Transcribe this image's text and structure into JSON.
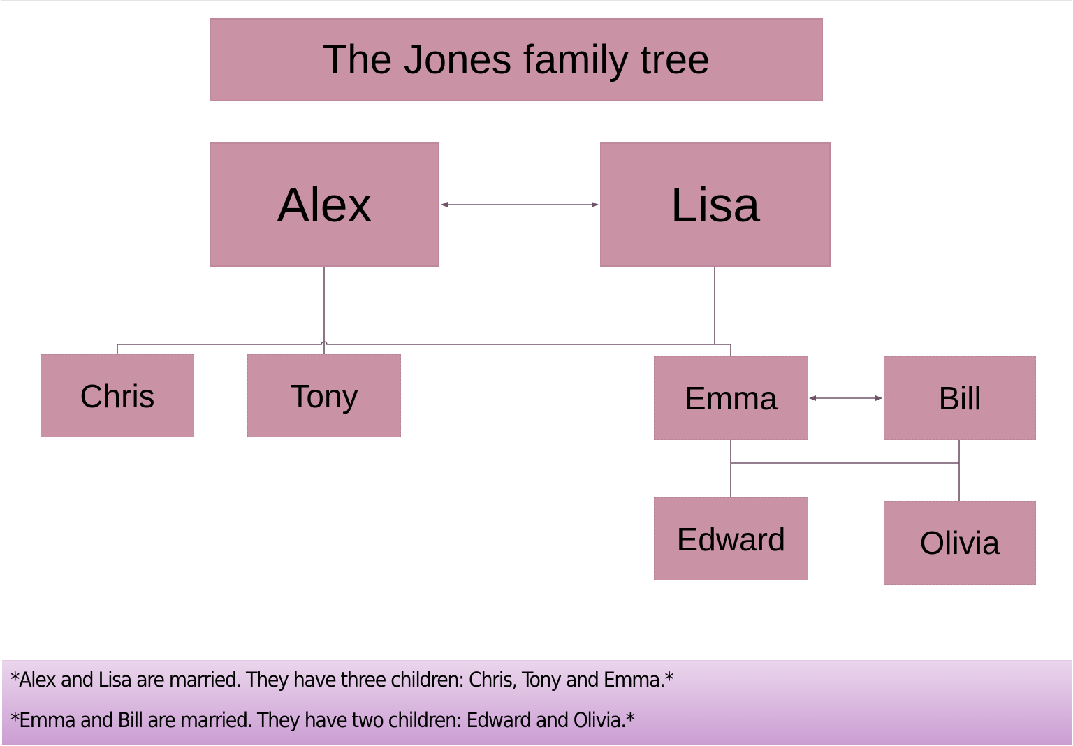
{
  "title": "The Jones family tree",
  "members": {
    "alex": "Alex",
    "lisa": "Lisa",
    "chris": "Chris",
    "tony": "Tony",
    "emma": "Emma",
    "bill": "Bill",
    "edward": "Edward",
    "olivia": "Olivia"
  },
  "notes": [
    "*Alex and Lisa are married. They have three children: Chris, Tony and Emma.*",
    "*Emma and Bill are married. They have two children: Edward and Olivia.*"
  ],
  "colors": {
    "box": "#c993a5",
    "line": "#6e5468"
  }
}
